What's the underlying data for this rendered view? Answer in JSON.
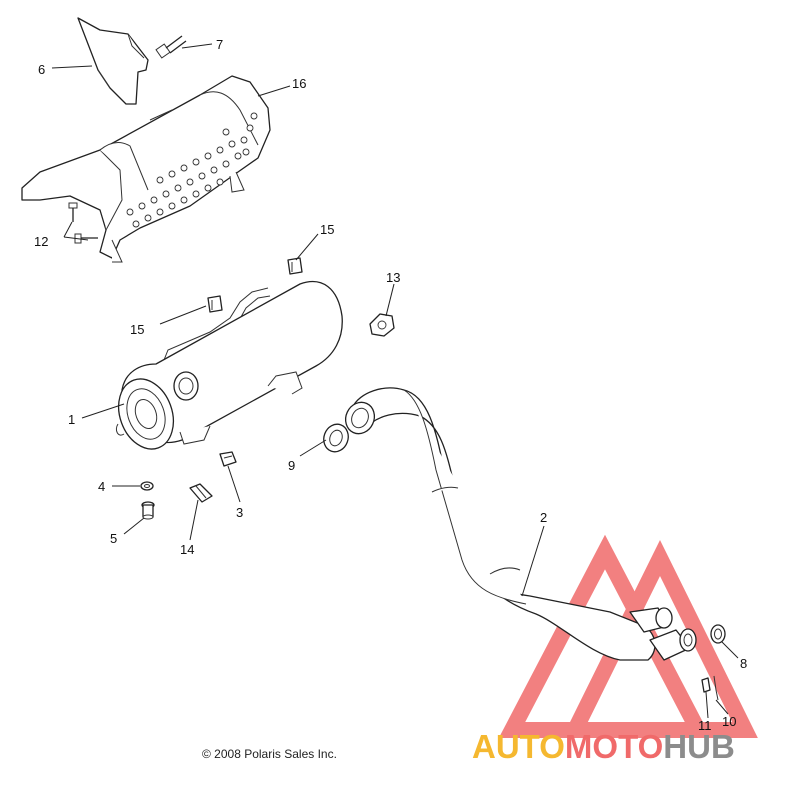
{
  "callouts": [
    {
      "id": "1",
      "label": "1"
    },
    {
      "id": "2",
      "label": "2"
    },
    {
      "id": "3",
      "label": "3"
    },
    {
      "id": "4",
      "label": "4"
    },
    {
      "id": "5",
      "label": "5"
    },
    {
      "id": "6",
      "label": "6"
    },
    {
      "id": "7",
      "label": "7"
    },
    {
      "id": "8",
      "label": "8"
    },
    {
      "id": "9",
      "label": "9"
    },
    {
      "id": "10",
      "label": "10"
    },
    {
      "id": "11",
      "label": "11"
    },
    {
      "id": "12",
      "label": "12"
    },
    {
      "id": "13",
      "label": "13"
    },
    {
      "id": "14",
      "label": "14"
    },
    {
      "id": "15a",
      "label": "15"
    },
    {
      "id": "15b",
      "label": "15"
    },
    {
      "id": "16",
      "label": "16"
    }
  ],
  "copyright": "© 2008 Polaris Sales Inc.",
  "watermark": {
    "part1": "AUTO",
    "part2": "MOTO",
    "part3": "HUB",
    "colors": {
      "orange": "#f5b830",
      "red": "#f06a6a",
      "gray": "#8c8c8c"
    }
  }
}
